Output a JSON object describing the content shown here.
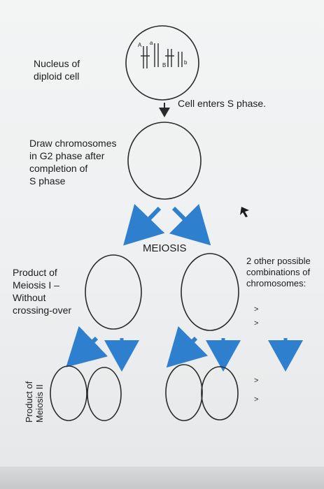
{
  "labels": {
    "nucleus": "Nucleus of\ndiploid cell",
    "s_phase": "Cell enters S phase.",
    "draw": "Draw chromosomes\nin G2 phase after\ncompletion of\nS phase",
    "meiosis": "MEIOSIS",
    "product_meiosis1": "Product of\nMeiosis I –\nWithout\ncrossing-over",
    "other_combinations": "2 other possible\ncombinations of\nchromosomes:",
    "product_meiosis2": "Product of\nMeiosis II"
  },
  "chromosome_letters": {
    "a_upper": "A",
    "a_lower": "a",
    "b_upper": "B",
    "b_lower": "b"
  },
  "colors": {
    "arrow_blue": "#2f7fcf",
    "outline": "#2a2a2a"
  }
}
